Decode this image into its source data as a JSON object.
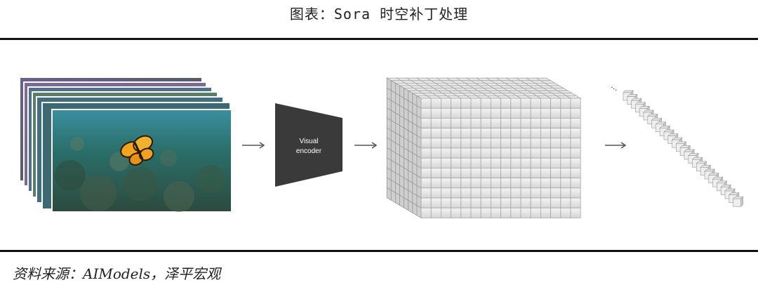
{
  "header": {
    "title": "图表：Sora 时空补丁处理"
  },
  "diagram": {
    "encoder_line1": "Visual",
    "encoder_line2": "encoder",
    "ellipsis": "..."
  },
  "footer": {
    "source": "资料来源：AIModels，泽平宏观"
  }
}
